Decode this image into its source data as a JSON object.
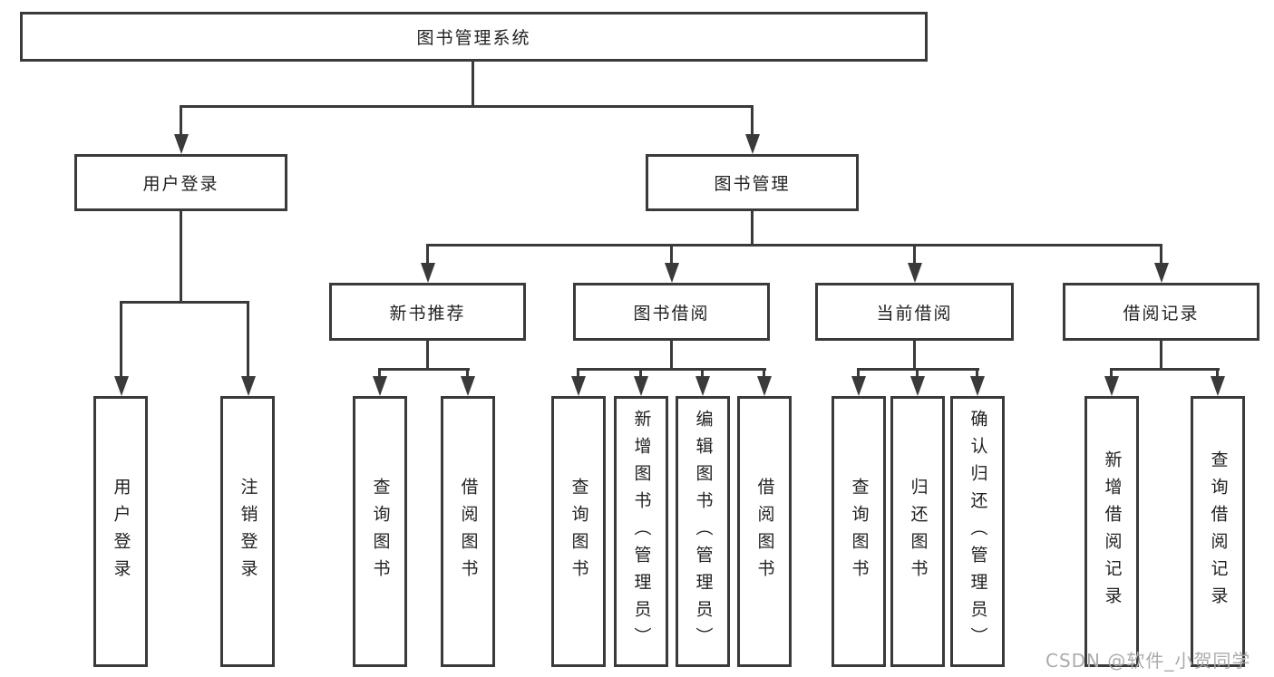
{
  "diagram": {
    "root": {
      "label": "图书管理系统"
    },
    "level2": {
      "login": {
        "label": "用户登录"
      },
      "manage": {
        "label": "图书管理"
      }
    },
    "level3": {
      "recommend": {
        "label": "新书推荐"
      },
      "borrow": {
        "label": "图书借阅"
      },
      "current": {
        "label": "当前借阅"
      },
      "records": {
        "label": "借阅记录"
      }
    },
    "leaves": {
      "login_user": "用户登录",
      "login_logout": "注销登录",
      "rec_query": "查询图书",
      "rec_borrow": "借阅图书",
      "bor_query": "查询图书",
      "bor_add": "新增图书（管理员）",
      "bor_edit": "编辑图书（管理员）",
      "bor_borrow": "借阅图书",
      "cur_query": "查询图书",
      "cur_return": "归还图书",
      "cur_confirm": "确认归还（管理员）",
      "rec_add_record": "新增借阅记录",
      "rec_query_record": "查询借阅记录"
    }
  },
  "watermark": "CSDN @软件_小贺同学",
  "colors": {
    "line": "#3a3a3a",
    "box_border": "#3a3a3a",
    "text": "#222222",
    "watermark": "#ababab",
    "background": "#ffffff"
  }
}
